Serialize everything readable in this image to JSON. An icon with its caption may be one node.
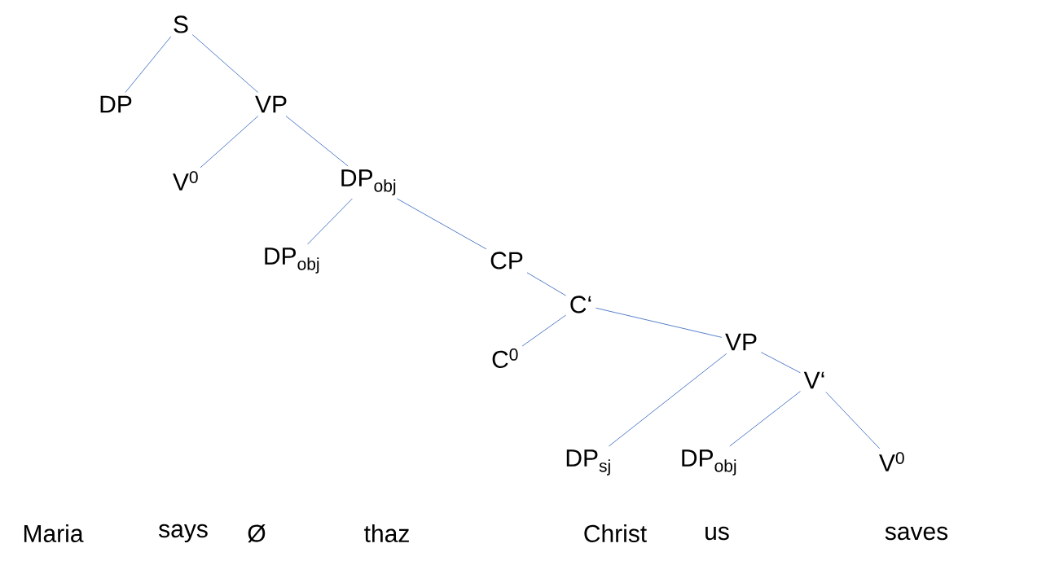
{
  "diagram": {
    "nodes": [
      {
        "text": [
          "S"
        ]
      },
      {
        "text": [
          "DP"
        ]
      },
      {
        "text": [
          "VP"
        ]
      },
      {
        "text": [
          "V$^{0}$"
        ]
      },
      {
        "text": [
          "DP$_{obj}$"
        ]
      },
      {
        "text": [
          "DP$_{obj}$"
        ]
      },
      {
        "text": [
          "CP"
        ]
      },
      {
        "text": [
          "C‘"
        ]
      },
      {
        "text": [
          "C$^{0}$"
        ]
      },
      {
        "text": [
          "VP"
        ]
      },
      {
        "text": [
          "V‘"
        ]
      },
      {
        "text": [
          "DP$_{sj}$"
        ]
      },
      {
        "text": [
          "DP$_{obj}$"
        ]
      },
      {
        "text": [
          "V$^{0}$"
        ]
      }
    ],
    "edges": [
      {
        "from": 0,
        "to": 1,
        "arrow": "none"
      },
      {
        "from": 0,
        "to": 2,
        "arrow": "none"
      },
      {
        "from": 2,
        "to": 3,
        "arrow": "none"
      },
      {
        "from": 2,
        "to": 4,
        "arrow": "none"
      },
      {
        "from": 4,
        "to": 5,
        "arrow": "none"
      },
      {
        "from": 4,
        "to": 6,
        "arrow": "none"
      },
      {
        "from": 6,
        "to": 7,
        "arrow": "none"
      },
      {
        "from": 7,
        "to": 8,
        "arrow": "none"
      },
      {
        "from": 7,
        "to": 9,
        "arrow": "none"
      },
      {
        "from": 9,
        "to": 11,
        "arrow": "none"
      },
      {
        "from": 9,
        "to": 10,
        "arrow": "none"
      },
      {
        "from": 10,
        "to": 12,
        "arrow": "none"
      },
      {
        "from": 10,
        "to": 13,
        "arrow": "none"
      }
    ],
    "labels": [
      "Maria",
      "says",
      "Ø",
      "thaz",
      "Christ",
      "us",
      "saves"
    ]
  }
}
